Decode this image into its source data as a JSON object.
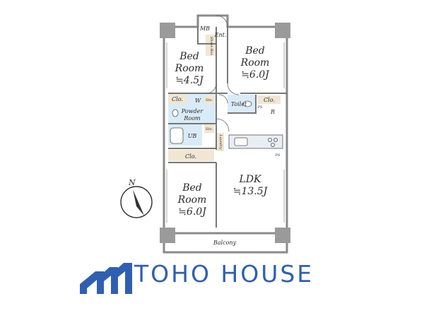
{
  "plan": {
    "rooms": {
      "bed_nw": {
        "line1": "Bed",
        "line2": "Room",
        "area": "≒4.5J"
      },
      "bed_ne": {
        "line1": "Bed",
        "line2": "Room",
        "area": "≒6.0J"
      },
      "bed_sw": {
        "line1": "Bed",
        "line2": "Room",
        "area": "≒6.0J"
      },
      "ldk": {
        "name": "LDK",
        "area": "≒13.5J"
      },
      "powder": {
        "line1": "Powder",
        "line2": "Room"
      },
      "balcony": "Balcony",
      "toilet": "Toilet"
    },
    "labels": {
      "mb": "MB",
      "ent": "Ent.",
      "shoes_box": "Shoes Box",
      "clo_w": "Clo.",
      "clo_e": "Clo.",
      "clo_s": "Clo.",
      "sto_1": "Sto.",
      "sto_2": "Sto.",
      "w": "W",
      "ub": "UB",
      "laundry": "Laundry",
      "ps_1": "PS",
      "ps_2": "PS",
      "r": "R"
    },
    "compass": "N"
  },
  "brand": {
    "name": "TOHO HOUSE",
    "color": "#2f5fb3"
  },
  "colors": {
    "wall": "#8a8a8a",
    "floor_wood": "#f1e6d2",
    "wet_area": "#d9ebf7",
    "column": "#9a9a9a"
  }
}
